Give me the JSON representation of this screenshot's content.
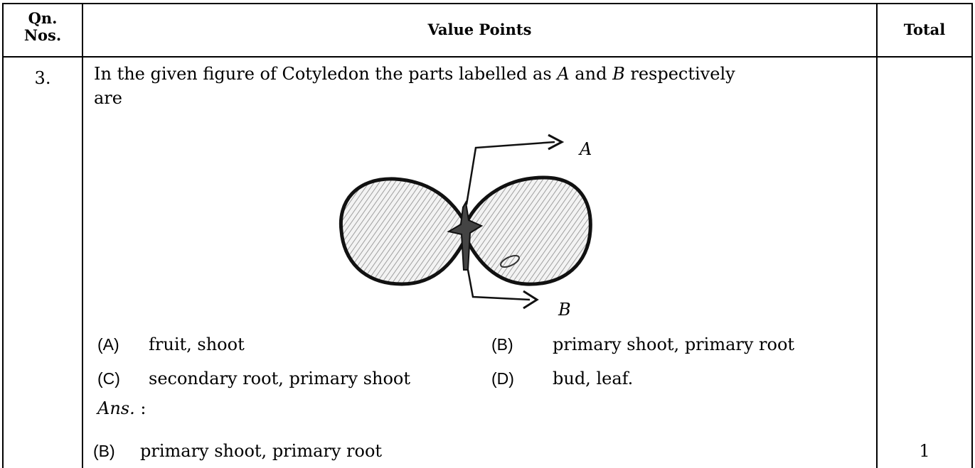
{
  "table_header": {
    "qn_nos_line1": "Qn.",
    "qn_nos_line2": "Nos.",
    "value_points": "Value Points",
    "total": "Total"
  },
  "question": {
    "number": "3.",
    "text_part1": "In the given figure of Cotyledon the parts labelled as",
    "label_a": "A",
    "text_and": "and",
    "label_b": "B",
    "text_part2": "respectively",
    "text_line2": "are"
  },
  "figure": {
    "label_a": "A",
    "label_b": "B"
  },
  "options": [
    {
      "letter": "(A)",
      "text": "fruit, shoot"
    },
    {
      "letter": "(B)",
      "text": "primary shoot, primary root"
    },
    {
      "letter": "(C)",
      "text": "secondary root, primary shoot"
    },
    {
      "letter": "(D)",
      "text": "bud, leaf."
    }
  ],
  "answer": {
    "label": "Ans.",
    "colon": ":",
    "letter": "(B)",
    "text": "primary shoot, primary root",
    "marks": "1"
  }
}
